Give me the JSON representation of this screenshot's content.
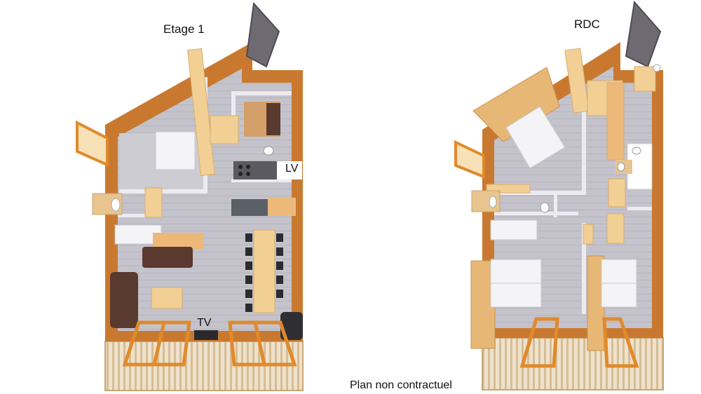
{
  "plans": {
    "upper": {
      "title": "Etage 1",
      "tag_laundry": "LV",
      "tag_tv": "TV"
    },
    "ground": {
      "title": "RDC"
    }
  },
  "disclaimer": "Plan non contractuel",
  "colors": {
    "wall_wood": "#c9792f",
    "wall_wood_dark": "#a85f22",
    "floor_grey": "#bcbcc4",
    "floor_grey_light": "#cfcfd6",
    "partition": "#e9e9ee",
    "pine": "#f2cf95",
    "door_grey": "#6e6a72",
    "sofa_brown": "#5a3a2e",
    "terrace_slat": "#e2cfb0",
    "frame_orange": "#e08a2b",
    "bed_white": "#f4f4f6"
  }
}
